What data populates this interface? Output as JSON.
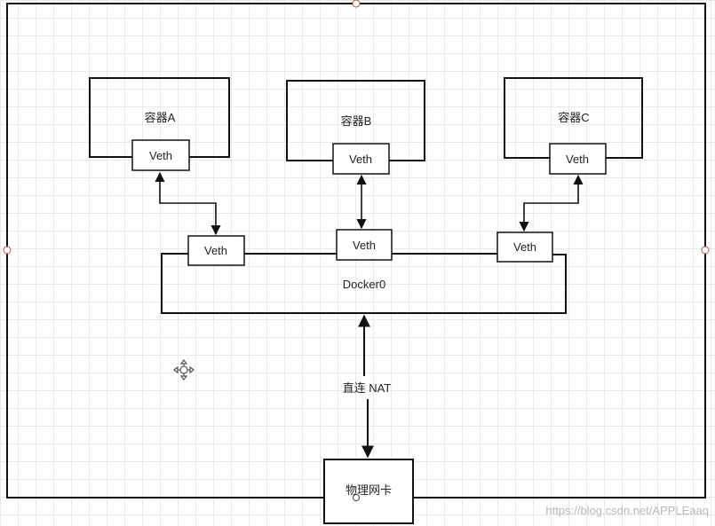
{
  "diagram": {
    "containers": [
      {
        "label": "容器A",
        "veth": "Veth"
      },
      {
        "label": "容器B",
        "veth": "Veth"
      },
      {
        "label": "容器C",
        "veth": "Veth"
      }
    ],
    "bridge": {
      "label": "Docker0",
      "veths": [
        "Veth",
        "Veth",
        "Veth"
      ]
    },
    "link_label": "直连 NAT",
    "nic_label": "物理网卡",
    "watermark": "https://blog.csdn.net/APPLEaaq"
  }
}
